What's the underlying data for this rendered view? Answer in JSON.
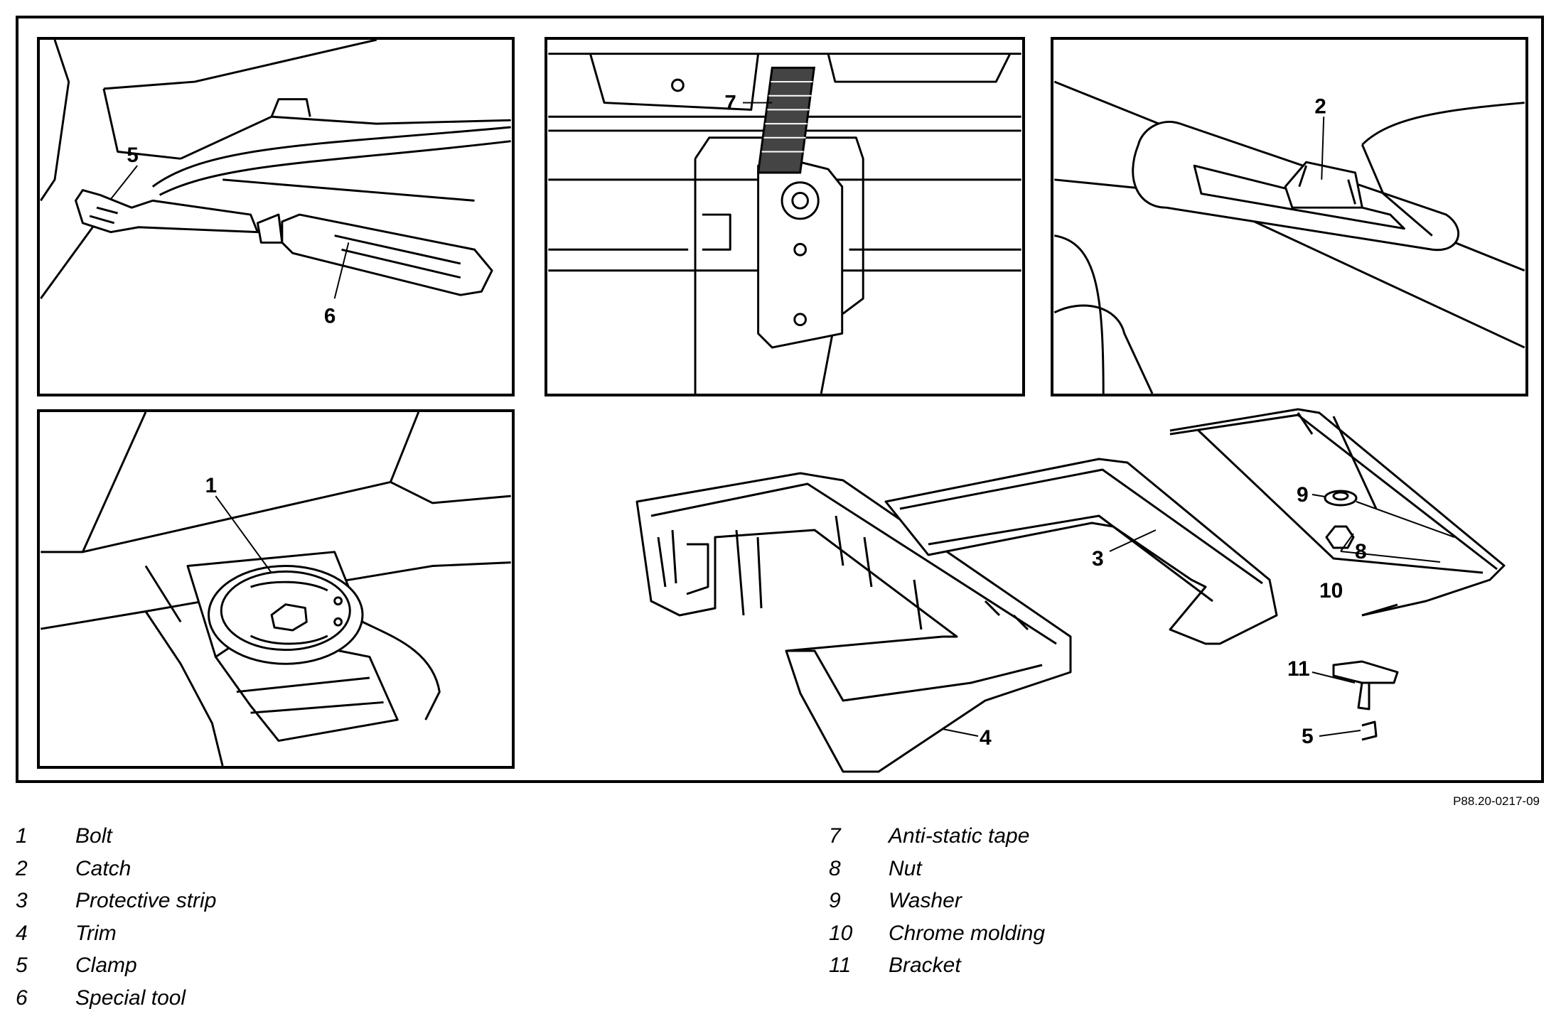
{
  "figure": {
    "reference_code": "P88.20-0217-09",
    "callouts": {
      "tool_panel": [
        "5",
        "6"
      ],
      "tape_panel": [
        "7"
      ],
      "catch_panel": [
        "2"
      ],
      "bolt_panel": [
        "1"
      ],
      "bumper_panel": [
        "9",
        "8",
        "3",
        "10",
        "11",
        "5",
        "4"
      ]
    }
  },
  "legend": {
    "left": [
      {
        "num": "1",
        "label": "Bolt"
      },
      {
        "num": "2",
        "label": "Catch"
      },
      {
        "num": "3",
        "label": "Protective strip"
      },
      {
        "num": "4",
        "label": "Trim"
      },
      {
        "num": "5",
        "label": "Clamp"
      },
      {
        "num": "6",
        "label": "Special tool"
      }
    ],
    "right": [
      {
        "num": "7",
        "label": "Anti-static tape"
      },
      {
        "num": "8",
        "label": "Nut"
      },
      {
        "num": "9",
        "label": "Washer"
      },
      {
        "num": "10",
        "label": "Chrome molding"
      },
      {
        "num": "11",
        "label": "Bracket"
      }
    ]
  }
}
